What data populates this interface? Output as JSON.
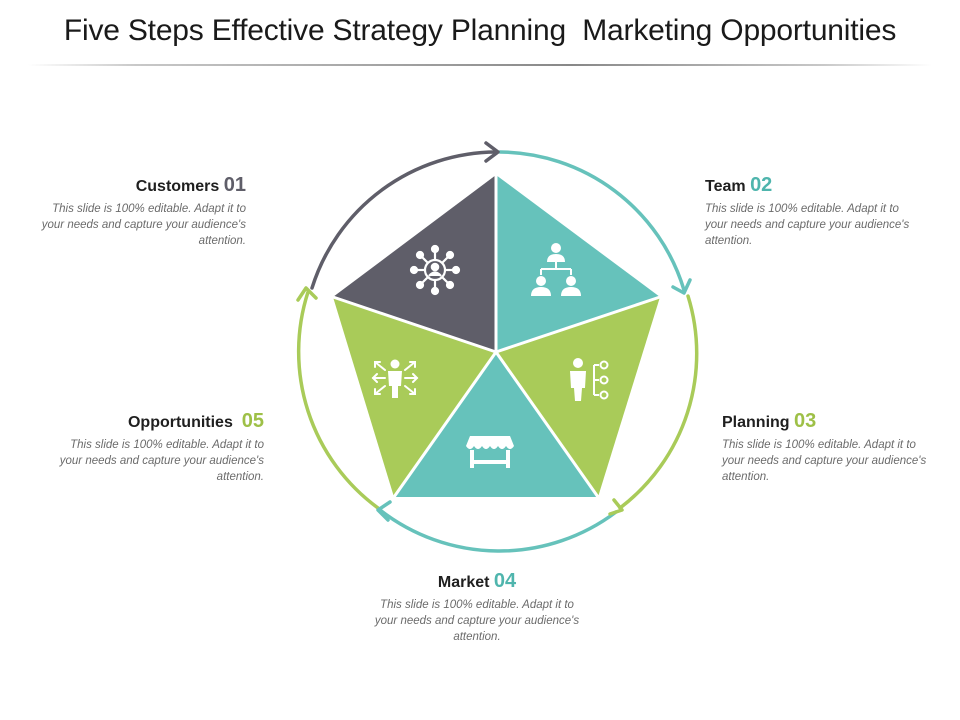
{
  "title": "Five Steps Effective Strategy Planning  Marketing Opportunities",
  "colors": {
    "gray": "#5f5e69",
    "teal": "#66c2bb",
    "green": "#a9cb59",
    "arrow_dark": "#5f5e69",
    "arrow_teal": "#66c2bb",
    "arrow_green": "#a9cb59",
    "num_gray": "#5f5e69",
    "num_teal": "#4fb5ad",
    "num_green": "#9ec047"
  },
  "steps": [
    {
      "label": "Customers",
      "number": "01",
      "icon": "network-people-icon",
      "desc": "This slide is 100% editable. Adapt it to your needs and capture your audience's attention."
    },
    {
      "label": "Team",
      "number": "02",
      "icon": "org-chart-icon",
      "desc": "This slide is 100% editable. Adapt it to your needs and capture your audience's attention."
    },
    {
      "label": "Planning",
      "number": "03",
      "icon": "person-flowchart-icon",
      "desc": "This slide is 100% editable. Adapt it to your needs and capture your audience's attention."
    },
    {
      "label": "Market",
      "number": "04",
      "icon": "market-stall-icon",
      "desc": "This slide is 100% editable. Adapt it to your needs and capture your audience's attention."
    },
    {
      "label": "Opportunities",
      "number": "05",
      "icon": "person-arrows-icon",
      "desc": "This slide is 100% editable. Adapt it to your needs and capture your audience's attention."
    }
  ]
}
